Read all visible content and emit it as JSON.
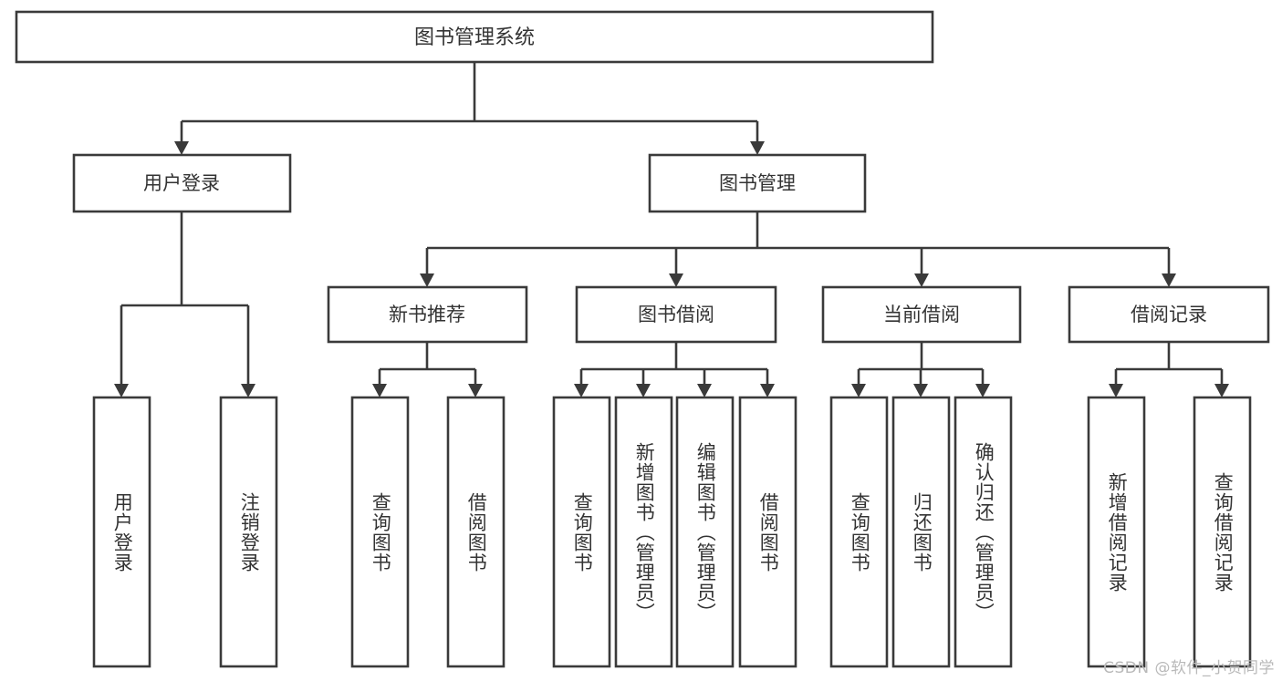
{
  "diagram": {
    "title": "图书管理系统",
    "type": "tree",
    "theme": {
      "background": "#ffffff",
      "box_fill": "#ffffff",
      "box_stroke": "#3a3a3a",
      "text_color": "#333333",
      "connector_color": "#3a3a3a",
      "watermark_color": "#b9b9b9"
    },
    "root": {
      "label": "图书管理系统"
    },
    "level2": [
      {
        "label": "用户登录"
      },
      {
        "label": "图书管理"
      }
    ],
    "level3": [
      {
        "label": "新书推荐"
      },
      {
        "label": "图书借阅"
      },
      {
        "label": "当前借阅"
      },
      {
        "label": "借阅记录"
      }
    ],
    "leaves": {
      "user_login": [
        {
          "label": "用户登录"
        },
        {
          "label": "注销登录"
        }
      ],
      "new_book_recommend": [
        {
          "label": "查询图书"
        },
        {
          "label": "借阅图书"
        }
      ],
      "book_borrow": [
        {
          "label": "查询图书"
        },
        {
          "label": "新增图书（管理员）"
        },
        {
          "label": "编辑图书（管理员）"
        },
        {
          "label": "借阅图书"
        }
      ],
      "current_borrow": [
        {
          "label": "查询图书"
        },
        {
          "label": "归还图书"
        },
        {
          "label": "确认归还（管理员）"
        }
      ],
      "borrow_record": [
        {
          "label": "新增借阅记录"
        },
        {
          "label": "查询借阅记录"
        }
      ]
    },
    "watermark": "CSDN @软件_小贺同学"
  }
}
